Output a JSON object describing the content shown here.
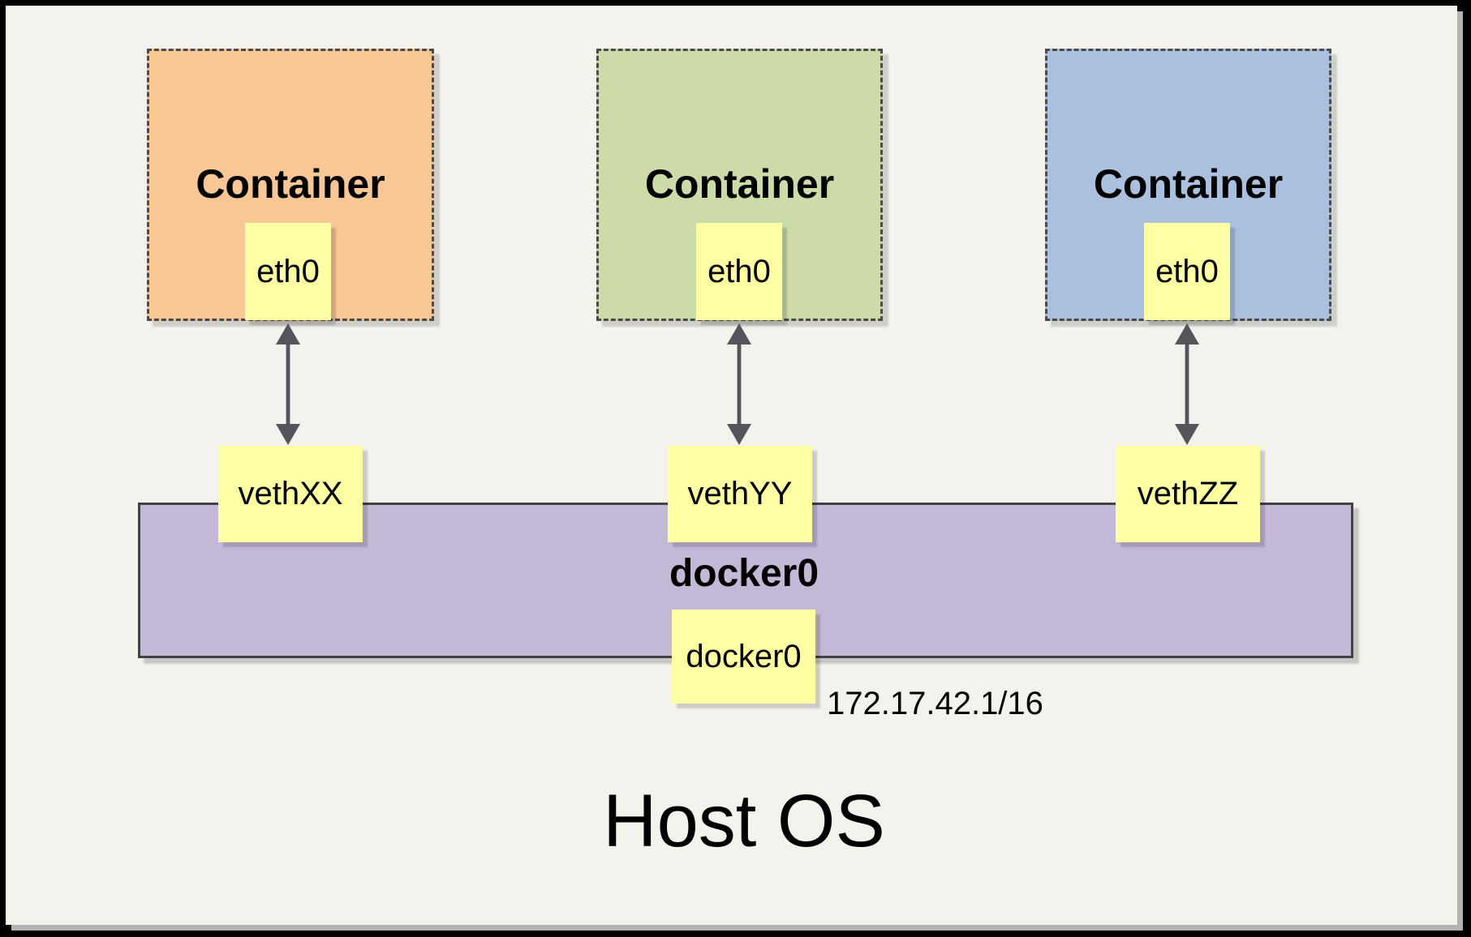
{
  "colors": {
    "background": "#F4F2ED",
    "frame": "#000000",
    "page_shadow": "#B3B3B3",
    "container_fill_orange": "#F9C696",
    "container_fill_green": "#CCDBA7",
    "container_fill_blue": "#ABC0DF",
    "note_fill": "#FEFFA3",
    "bridge_fill": "#C4B8D7",
    "arrow": "#54555A",
    "dashed_border": "#4A4A4A"
  },
  "containers": [
    {
      "title": "Container",
      "interface_label": "eth0",
      "veth_label": "vethXX"
    },
    {
      "title": "Container",
      "interface_label": "eth0",
      "veth_label": "vethYY"
    },
    {
      "title": "Container",
      "interface_label": "eth0",
      "veth_label": "vethZZ"
    }
  ],
  "bridge": {
    "name": "docker0",
    "interface_label": "docker0",
    "ip": "172.17.42.1/16"
  },
  "host": {
    "label": "Host OS"
  }
}
